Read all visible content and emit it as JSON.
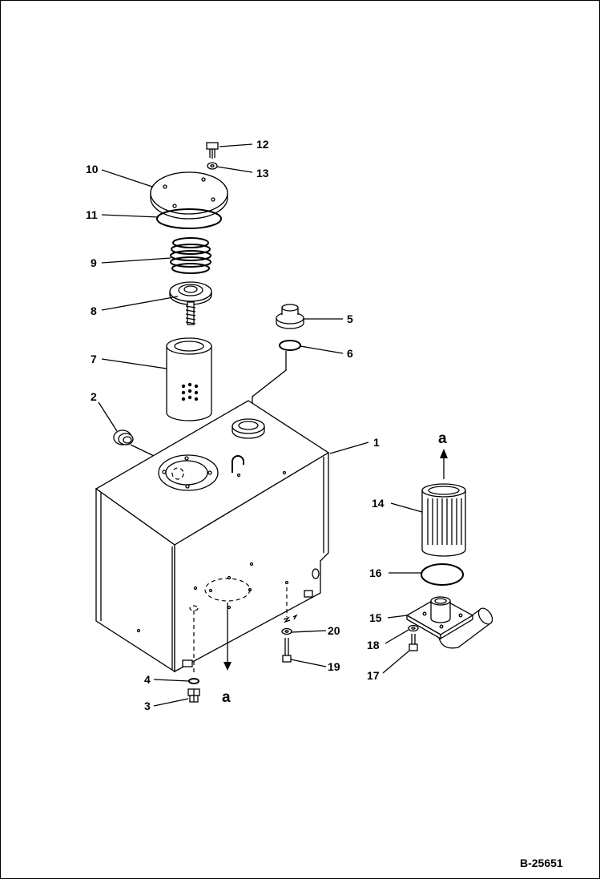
{
  "diagram": {
    "drawing_id": "B-25651",
    "arrow_letters": [
      "a",
      "a"
    ],
    "callouts": [
      {
        "id": "1",
        "label": "1"
      },
      {
        "id": "2",
        "label": "2"
      },
      {
        "id": "3",
        "label": "3"
      },
      {
        "id": "4",
        "label": "4"
      },
      {
        "id": "5",
        "label": "5"
      },
      {
        "id": "6",
        "label": "6"
      },
      {
        "id": "7",
        "label": "7"
      },
      {
        "id": "8",
        "label": "8"
      },
      {
        "id": "9",
        "label": "9"
      },
      {
        "id": "10",
        "label": "10"
      },
      {
        "id": "11",
        "label": "11"
      },
      {
        "id": "12",
        "label": "12"
      },
      {
        "id": "13",
        "label": "13"
      },
      {
        "id": "14",
        "label": "14"
      },
      {
        "id": "15",
        "label": "15"
      },
      {
        "id": "16",
        "label": "16"
      },
      {
        "id": "17",
        "label": "17"
      },
      {
        "id": "18",
        "label": "18"
      },
      {
        "id": "19",
        "label": "19"
      },
      {
        "id": "20",
        "label": "20"
      }
    ]
  }
}
